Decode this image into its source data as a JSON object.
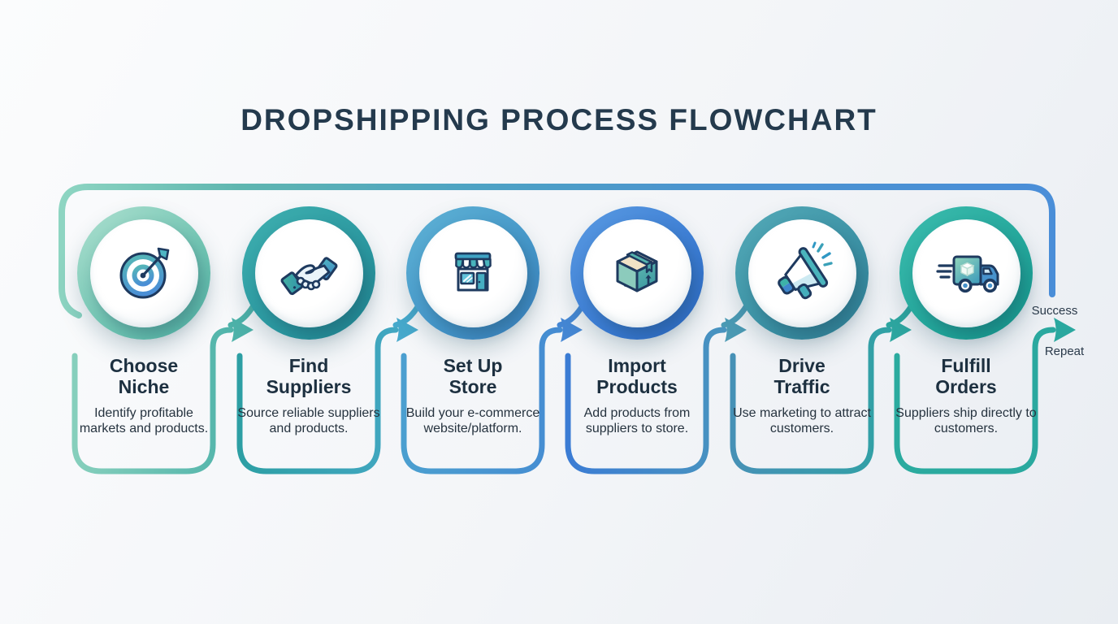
{
  "title": "DROPSHIPPING PROCESS FLOWCHART",
  "steps": [
    {
      "title": "Choose Niche",
      "description": "Identify profitable markets and products.",
      "icon": "target-icon"
    },
    {
      "title": "Find Suppliers",
      "description": "Source reliable suppliers and products.",
      "icon": "handshake-icon"
    },
    {
      "title": "Set Up Store",
      "description": "Build your e-commerce website/platform.",
      "icon": "storefront-icon"
    },
    {
      "title": "Import Products",
      "description": "Add products from suppliers to store.",
      "icon": "package-box-icon"
    },
    {
      "title": "Drive Traffic",
      "description": "Use marketing to attract customers.",
      "icon": "megaphone-icon"
    },
    {
      "title": "Fulfill Orders",
      "description": "Suppliers ship directly to customers.",
      "icon": "delivery-truck-icon"
    }
  ],
  "outcome_labels": {
    "success": "Success",
    "repeat": "Repeat"
  },
  "colors": {
    "background": "#f3f5f8",
    "title_text": "#243a4d",
    "body_text": "#22313f",
    "outline_navy": "#1e3a5f",
    "flow_gradient": [
      "#8ed5c2",
      "#4da2c4",
      "#4a8ed8"
    ],
    "step_ring_colors": [
      "#74c6b4",
      "#2b98a0",
      "#4495c8",
      "#3d7ed4",
      "#3d93a6",
      "#25a89c"
    ]
  }
}
